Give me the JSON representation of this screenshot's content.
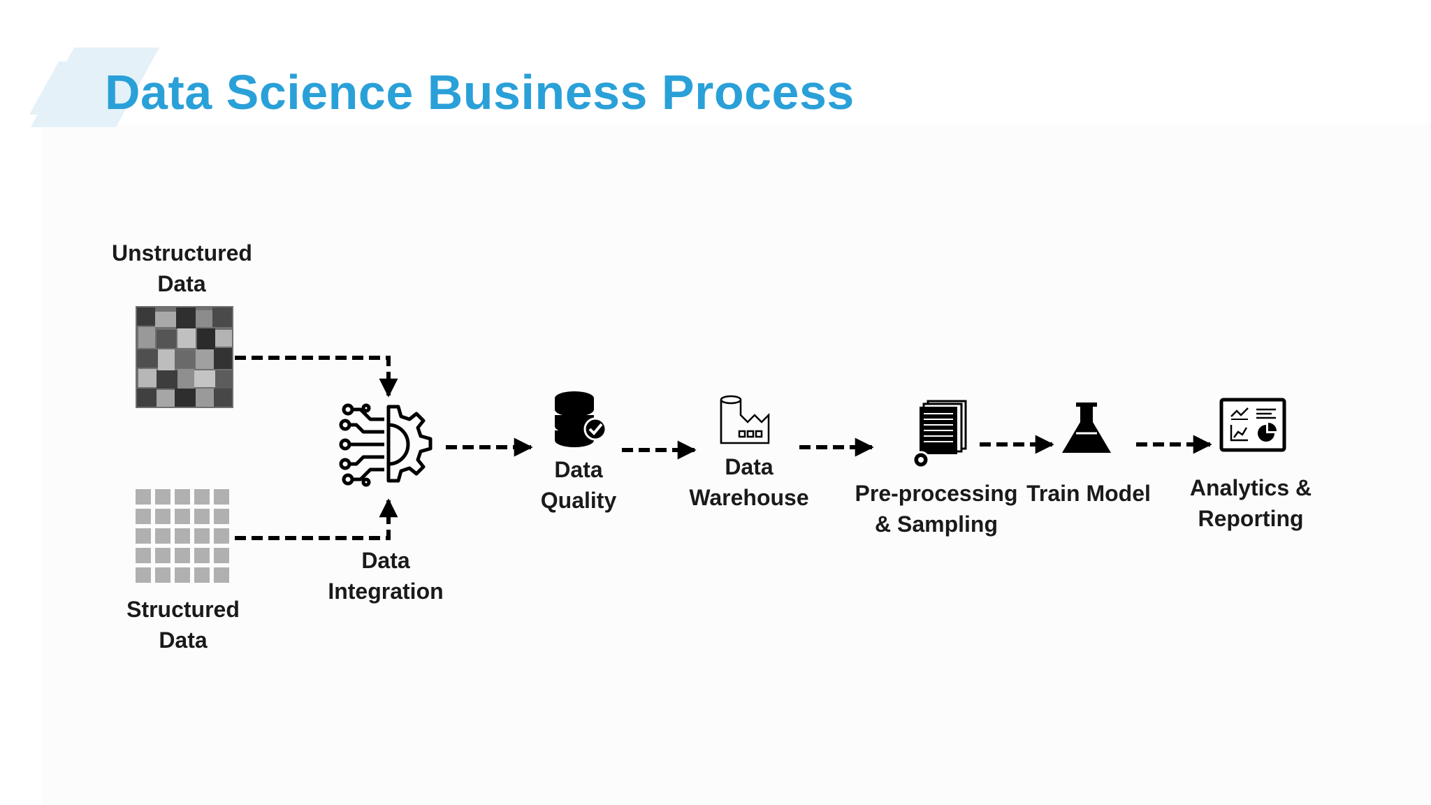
{
  "title": "Data Science Business Process",
  "colors": {
    "title": "#2aa0d8",
    "text": "#1a1a1a"
  },
  "nodes": [
    {
      "id": "unstructured",
      "icon": "mosaic-grid-icon",
      "label": [
        "Unstructured",
        "Data"
      ]
    },
    {
      "id": "structured",
      "icon": "table-grid-icon",
      "label": [
        "Structured",
        "Data"
      ]
    },
    {
      "id": "integration",
      "icon": "brain-gear-icon",
      "label": [
        "Data",
        "Integration"
      ]
    },
    {
      "id": "quality",
      "icon": "database-check-icon",
      "label": [
        "Data",
        "Quality"
      ]
    },
    {
      "id": "warehouse",
      "icon": "factory-icon",
      "label": [
        "Data",
        "Warehouse"
      ]
    },
    {
      "id": "preprocessing",
      "icon": "documents-gear-icon",
      "label": [
        "Pre-processing",
        "& Sampling"
      ]
    },
    {
      "id": "train",
      "icon": "flask-icon",
      "label": [
        "Train Model"
      ]
    },
    {
      "id": "analytics",
      "icon": "dashboard-icon",
      "label": [
        "Analytics &",
        "Reporting"
      ]
    }
  ]
}
